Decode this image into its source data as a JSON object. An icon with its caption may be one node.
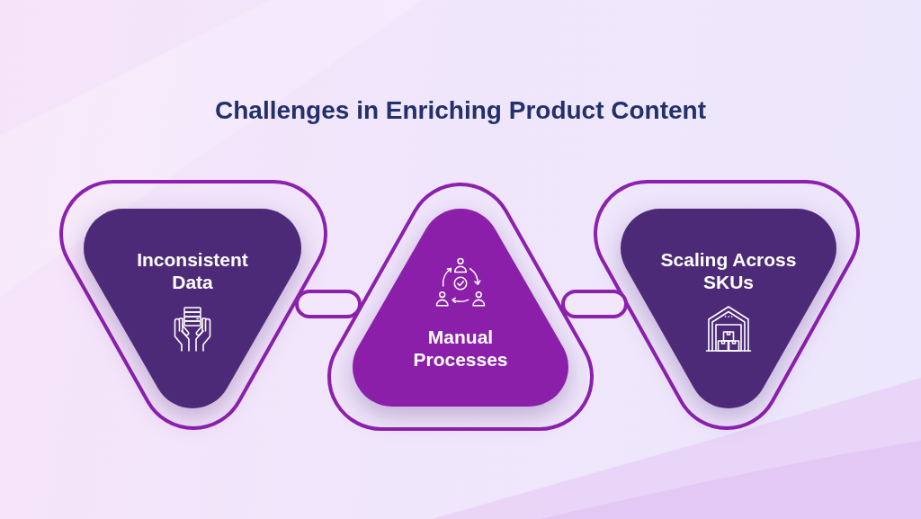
{
  "diagram": {
    "title": "Challenges in Enriching Product Content",
    "nodes": [
      {
        "text": [
          "Inconsistent Data"
        ]
      },
      {
        "text": [
          "Manual Processes"
        ]
      },
      {
        "text": [
          "Scaling Across SKUs"
        ]
      }
    ],
    "edges": [
      {
        "from": 0,
        "to": 1,
        "arrow": "none"
      },
      {
        "from": 1,
        "to": 2,
        "arrow": "none"
      }
    ]
  }
}
